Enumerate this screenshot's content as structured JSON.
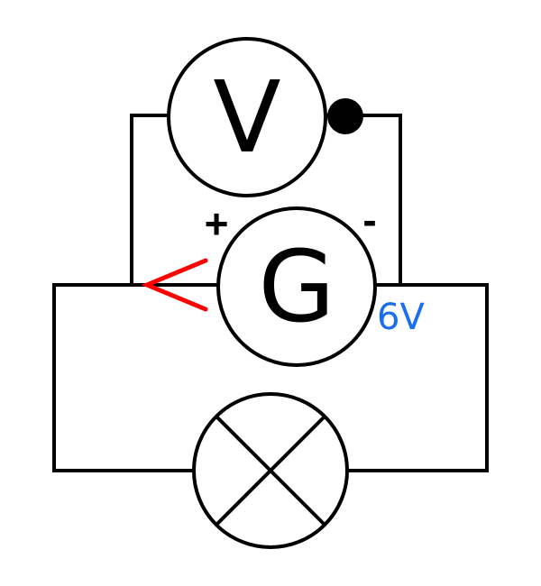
{
  "voltmeter": {
    "symbol": "V"
  },
  "generator": {
    "symbol": "G",
    "plus_sign": "+",
    "minus_sign": "-",
    "voltage_label": "6V"
  },
  "colors": {
    "wire": "#000000",
    "current_arrow": "#ff0000",
    "voltage_label": "#1a6ef2"
  },
  "icons": {
    "lamp": "lamp-cross-icon",
    "terminal": "terminal-dot-icon",
    "current_direction": "arrow-left-icon"
  }
}
